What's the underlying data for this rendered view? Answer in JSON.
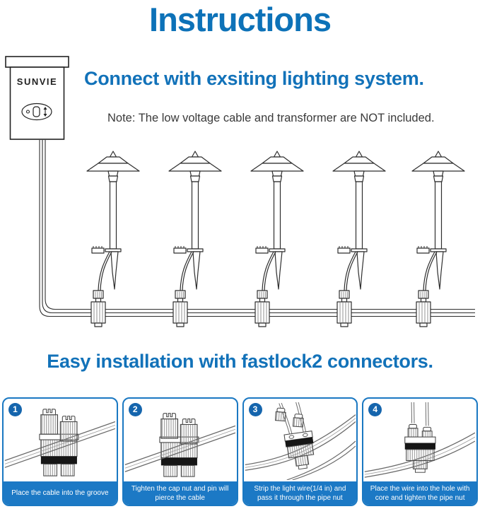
{
  "page": {
    "title": "Instructions"
  },
  "transformer": {
    "brand": "SUNVIE"
  },
  "section_connect": {
    "heading": "Connect with exsiting lighting system.",
    "note": "Note: The low voltage cable and transformer are NOT included."
  },
  "diagram": {
    "light_count": 5
  },
  "section_install": {
    "heading": "Easy installation with fastlock2 connectors."
  },
  "steps": [
    {
      "number": "1",
      "caption": "Place the cable into the groove"
    },
    {
      "number": "2",
      "caption": "Tighten the cap nut and pin will pierce the cable"
    },
    {
      "number": "3",
      "caption": "Strip the light wire(1/4 in) and pass it through the pipe nut"
    },
    {
      "number": "4",
      "caption": "Place the wire into the hole with core and tighten the pipe nut"
    }
  ],
  "colors": {
    "heading_blue": "#0d72b8",
    "subheading_blue": "#1272b9",
    "caption_bar_blue": "#1c79c5",
    "badge_blue": "#1565ad",
    "line_art_dark": "#2e2e2e",
    "line_art_gray": "#4a4a4a",
    "note_text": "#3a3a3a"
  }
}
